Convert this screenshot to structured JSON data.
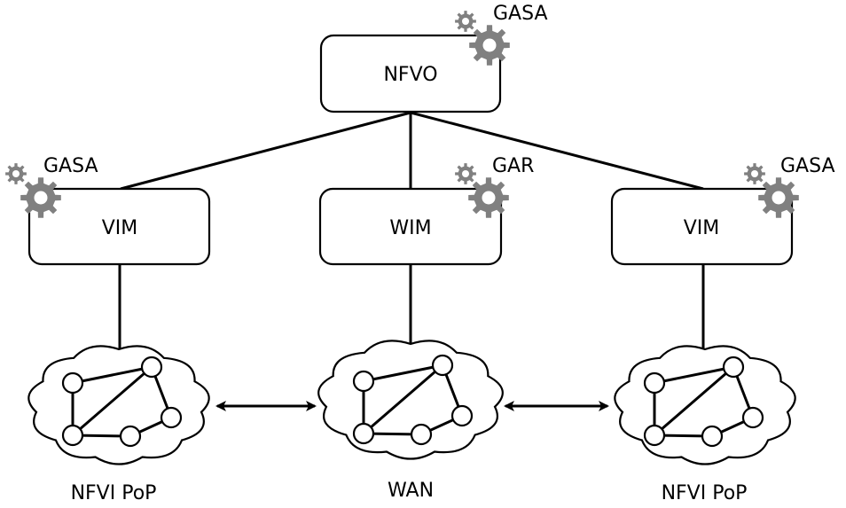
{
  "diagram": {
    "nodes": {
      "nfvo": {
        "label": "NFVO",
        "gear_label": "GASA"
      },
      "vim_left": {
        "label": "VIM",
        "gear_label": "GASA"
      },
      "wim": {
        "label": "WIM",
        "gear_label": "GAR"
      },
      "vim_right": {
        "label": "VIM",
        "gear_label": "GASA"
      }
    },
    "clouds": {
      "left": {
        "label": "NFVI PoP"
      },
      "center": {
        "label": "WAN"
      },
      "right": {
        "label": "NFVI PoP"
      }
    },
    "links": [
      {
        "from": "nfvo",
        "to": "vim_left"
      },
      {
        "from": "nfvo",
        "to": "wim"
      },
      {
        "from": "nfvo",
        "to": "vim_right"
      },
      {
        "from": "vim_left",
        "to": "left"
      },
      {
        "from": "wim",
        "to": "center"
      },
      {
        "from": "vim_right",
        "to": "right"
      }
    ],
    "bidirectional_links": [
      {
        "from": "left",
        "to": "center"
      },
      {
        "from": "center",
        "to": "right"
      }
    ],
    "colors": {
      "gear": "#808080",
      "stroke": "#000000",
      "fill": "#ffffff"
    },
    "icons": {
      "gear": "gear-icon"
    }
  }
}
